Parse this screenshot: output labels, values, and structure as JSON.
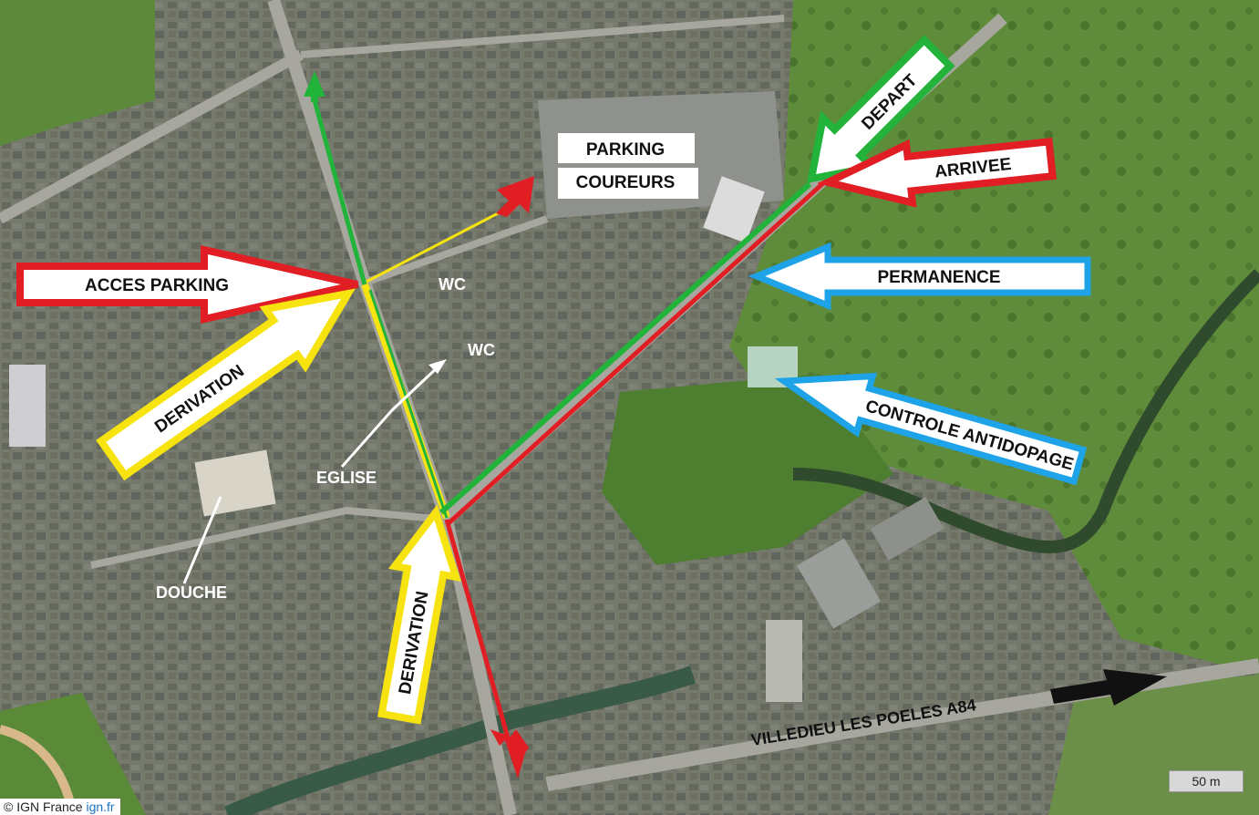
{
  "map": {
    "labels": {
      "parking": "PARKING",
      "coureurs": "COUREURS",
      "depart": "DEPART",
      "arrivee": "ARRIVEE",
      "acces_parking": "ACCES PARKING",
      "wc_1": "WC",
      "wc_2": "WC",
      "permanence": "PERMANENCE",
      "derivation_left": "DERIVATION",
      "controle_antidopage": "CONTROLE ANTIDOPAGE",
      "eglise": "EGLISE",
      "douche": "DOUCHE",
      "derivation_bottom": "DERIVATION",
      "villedieu": "VILLEDIEU LES  POELES  A84"
    },
    "scale": "50 m",
    "attribution": {
      "prefix": "© IGN France ",
      "link": "ign.fr"
    },
    "colors": {
      "route_green": "#22b33a",
      "route_red": "#e01e24",
      "route_yellow": "#f6e30f",
      "arrow_blue": "#1fa3e8",
      "arrow_black": "#111111",
      "arrow_white": "#ffffff"
    }
  }
}
